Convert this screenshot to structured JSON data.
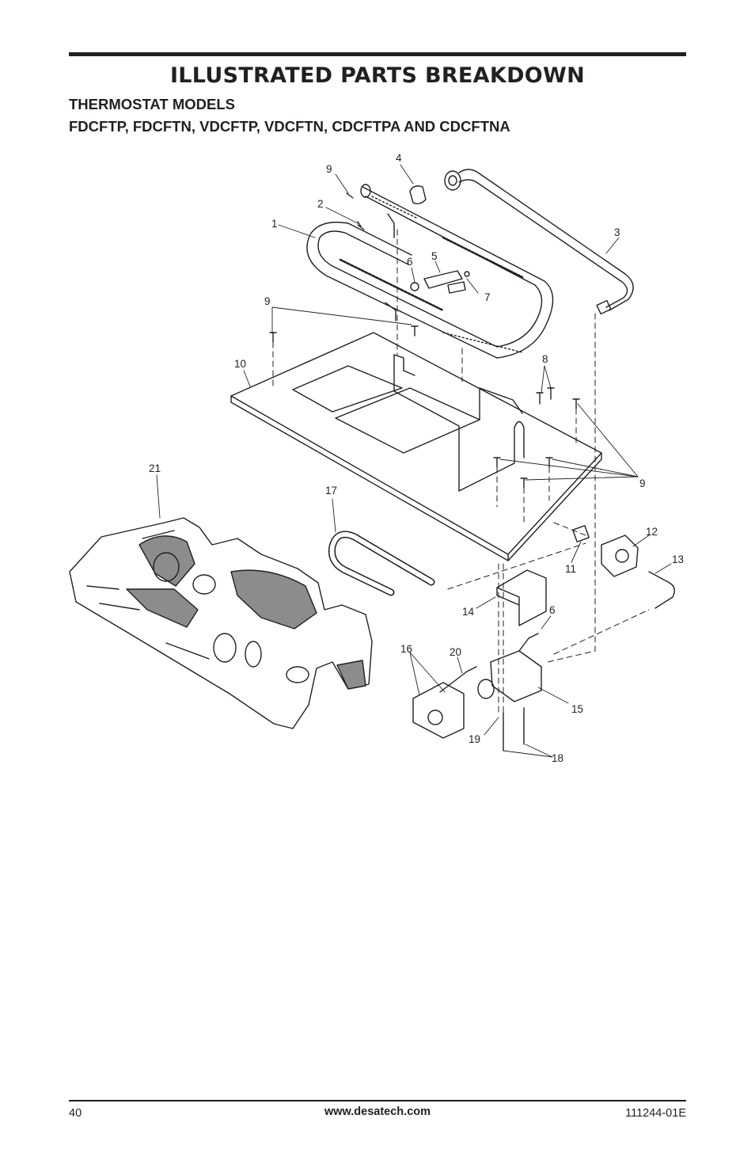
{
  "header": {
    "title": "ILLUSTRATED PARTS BREAKDOWN",
    "subtitle_line1": "THERMOSTAT MODELS",
    "subtitle_line2": "FDCFTP, FDCFTN, VDCFTP, VDCFTN, CDCFTPA AND CDCFTNA"
  },
  "diagram": {
    "callouts": [
      "1",
      "2",
      "3",
      "4",
      "5",
      "6",
      "7",
      "8",
      "9",
      "10",
      "11",
      "12",
      "13",
      "14",
      "15",
      "16",
      "17",
      "18",
      "19",
      "20",
      "21"
    ]
  },
  "footer": {
    "page_number": "40",
    "website": "www.desatech.com",
    "document_number": "111244-01E"
  }
}
